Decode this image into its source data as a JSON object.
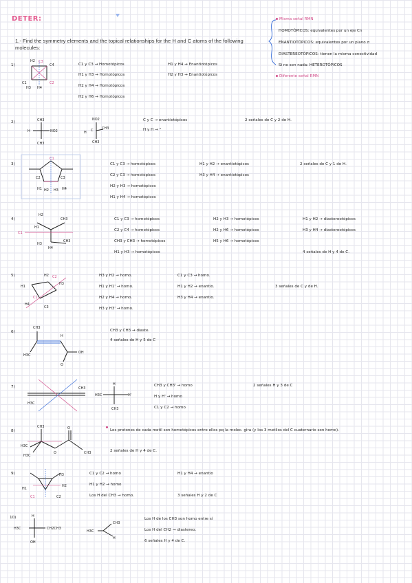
{
  "title": "DETER:",
  "intro": "1.- Find the symmetry elements and the topical relationships for the H and C atoms of the following molecules:",
  "legend": {
    "nmr_same": "Misma señal RMN",
    "homotopic": "HOMOTÓPICOS: equivalentes por un eje Cn",
    "enantiotopic": "ENANTIOTÓPICOS: equivalentes por un plano σ",
    "diastereotopic": "DIASTEREOTÓPICOS: tienen la misma conectividad",
    "heterotopic": "Si no son nada: HETEROTÓPICOS",
    "nmr_diff": "Diferente señal RMN"
  },
  "problems": [
    {
      "num": "1)",
      "labels": [
        "H2",
        "C3",
        "C4",
        "C1",
        "C2",
        "H3",
        "H4"
      ],
      "col1": [
        "C1 y C3 → Homotópicos",
        "H1 y H3 → Homotópicos",
        "H2 y H4 → Homotópicos",
        "H2 y H6 → Homotópicos"
      ],
      "col2": [
        "H1 y H4 → Enantiotópicos",
        "H2 y H3 → Enantiotópicos"
      ],
      "col3": []
    },
    {
      "num": "2)",
      "labels": [
        "CH3",
        "H",
        "NO2",
        "CH3",
        "NO2",
        "H",
        "C",
        "CH3",
        "CH3"
      ],
      "col1": [
        "C y C → enantiotópicos",
        "H y H →  \""
      ],
      "col2": [
        "2 señales de C y 2 de H."
      ],
      "col3": []
    },
    {
      "num": "3)",
      "labels": [
        "C1",
        "C2",
        "C3",
        "H1",
        "H2",
        "H3",
        "H4"
      ],
      "col1": [
        "C1 y C3 → homotópicos",
        "C2 y C3 → homotópicos",
        "H2 y H3 → homotópicos",
        "H1 y H4 → homotópicos"
      ],
      "col2": [
        "H1 y H2 → enantiotópicos",
        "H3 y H4 → enantiotópicos"
      ],
      "col3": [
        "2 señales de C y 1 de H."
      ]
    },
    {
      "num": "4)",
      "labels": [
        "H2",
        "CH3",
        "C1",
        "H1",
        "CH3",
        "H3",
        "H4"
      ],
      "col1": [
        "C1 y C3 → homotópicos",
        "C2 y C4 → homotópicos",
        "CH3 y CH3 → homotópicos",
        "H1 y H3 → homotópicos"
      ],
      "col2": [
        "H2 y H3 → homotópicos",
        "H2 y H6 → homotópicos",
        "H5 y H6 → homotópicos"
      ],
      "col3": [
        "H1 y H2 → diastereotópicos",
        "H3 y H4 → diastereotópicos",
        "4 señales de H y 4 de C."
      ]
    },
    {
      "num": "5)",
      "labels": [
        "H2",
        "C2",
        "H3",
        "H1",
        "C1",
        "H4",
        "C3"
      ],
      "col1": [
        "H3 y H2 → homo.",
        "H1 y H1' → homo.",
        "H2 y H4 → homo.",
        "H3 y H3' → homo."
      ],
      "col2": [
        "C1 y C3 → homo.",
        "H1 y H2 → enantio.",
        "H3 y H4 → enantio."
      ],
      "col3": [
        "3 señales de C y de H."
      ]
    },
    {
      "num": "6)",
      "labels": [
        "CH3",
        "H",
        "H3C",
        "OH",
        "O"
      ],
      "col1": [
        "CH3 y CH3 → diaste.",
        "4 señales de H y 5 de C"
      ],
      "col2": [],
      "col3": []
    },
    {
      "num": "7)",
      "labels": [
        "H3C",
        "CH3",
        "H",
        "H3C",
        "H'",
        "CH3"
      ],
      "col1": [
        "CH3 y CH3' → homo",
        "H y H' → homo",
        "C1 y C2 → homo"
      ],
      "col2": [
        "2 señales H y 3 de C"
      ],
      "col3": []
    },
    {
      "num": "8)",
      "labels": [
        "CH3",
        "H3C",
        "H3C",
        "O",
        "O",
        "CH3"
      ],
      "col1": [
        "Los protones de cada metil son homotópicos entre ellos pq la molec. gira (y los 3 metilos del C cuaternario son homo).",
        "2 señales de H y 4 de C."
      ],
      "col2": [],
      "col3": []
    },
    {
      "num": "9)",
      "labels": [
        "H1",
        "H2",
        "C1",
        "C2",
        "H3"
      ],
      "col1": [
        "C1 y C2 → homo",
        "H1 y H2 → homo",
        "Los H del CH3 → homo."
      ],
      "col2": [
        "H1 y H4 → enantio",
        "3 señales H y 2 de C"
      ],
      "col3": []
    },
    {
      "num": "10)",
      "labels": [
        "H",
        "H3C",
        "CH2CH3",
        "OH",
        "H3C",
        "CH3",
        "H"
      ],
      "col1": [
        "Los H de los CH3 son homo entre sí",
        "Los H del CH2 → diastereo.",
        "6 señales H y 4 de C."
      ],
      "col2": [],
      "col3": []
    }
  ],
  "colors": {
    "title": "#e35b8f",
    "accent_pink": "#d14a88",
    "accent_blue": "#3b6fd9",
    "grid": "#e6e6ee"
  }
}
